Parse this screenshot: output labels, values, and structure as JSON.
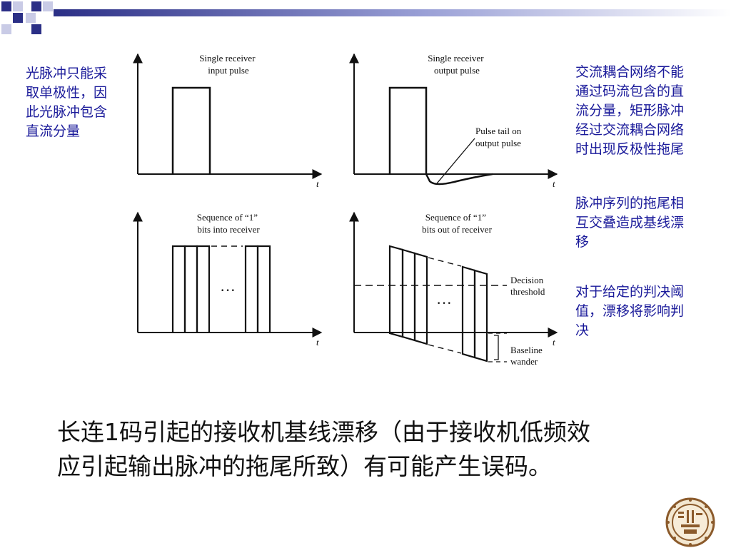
{
  "diagram": {
    "panel_input_title": [
      "Single receiver",
      "input pulse"
    ],
    "panel_output_title": [
      "Single receiver",
      "output pulse"
    ],
    "pulse_tail_label": [
      "Pulse tail on",
      "output pulse"
    ],
    "sequence_in_title": [
      "Sequence of “1”",
      "bits into receiver"
    ],
    "sequence_out_title": [
      "Sequence of “1”",
      "bits out of receiver"
    ],
    "decision_label": [
      "Decision",
      "threshold"
    ],
    "baseline_label": [
      "Baseline",
      "wander"
    ],
    "ellipsis": "···",
    "time_axis": "t"
  },
  "notes": {
    "left": "光脉冲只能采\n取单极性，因\n此光脉冲包含\n直流分量",
    "right_1": "交流耦合网络不能\n通过码流包含的直\n流分量，矩形脉冲\n经过交流耦合网络\n时出现反极性拖尾",
    "right_2": "脉冲序列的拖尾相\n互交叠造成基线漂\n移",
    "right_3": "对于给定的判决阈\n值，漂移将影响判\n决"
  },
  "caption": "长连1码引起的接收机基线漂移（由于接收机低频效\n应引起输出脉冲的拖尾所致）有可能产生误码。",
  "colors": {
    "note_text": "#1a1a9a",
    "deco_dark": "#2b2f86",
    "deco_light": "#9aa0d6"
  }
}
